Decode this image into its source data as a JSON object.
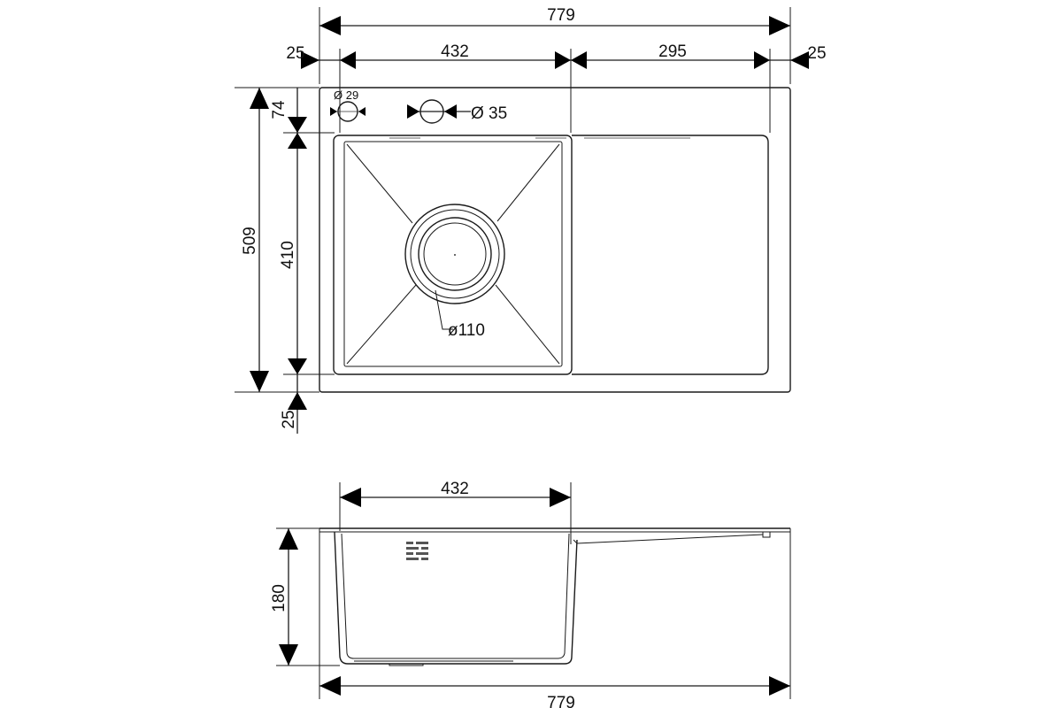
{
  "top_view": {
    "overall_width": "779",
    "left_margin": "25",
    "bowl_width": "432",
    "drainboard_width": "295",
    "right_margin": "25",
    "overall_depth": "509",
    "back_offset": "74",
    "bowl_depth": "410",
    "front_margin": "25",
    "faucet_hole_small": "Ø 29",
    "faucet_hole_large": "Ø 35",
    "drain_diameter": "ø110"
  },
  "side_view": {
    "bowl_width": "432",
    "bowl_height": "180",
    "overall_width": "779"
  }
}
